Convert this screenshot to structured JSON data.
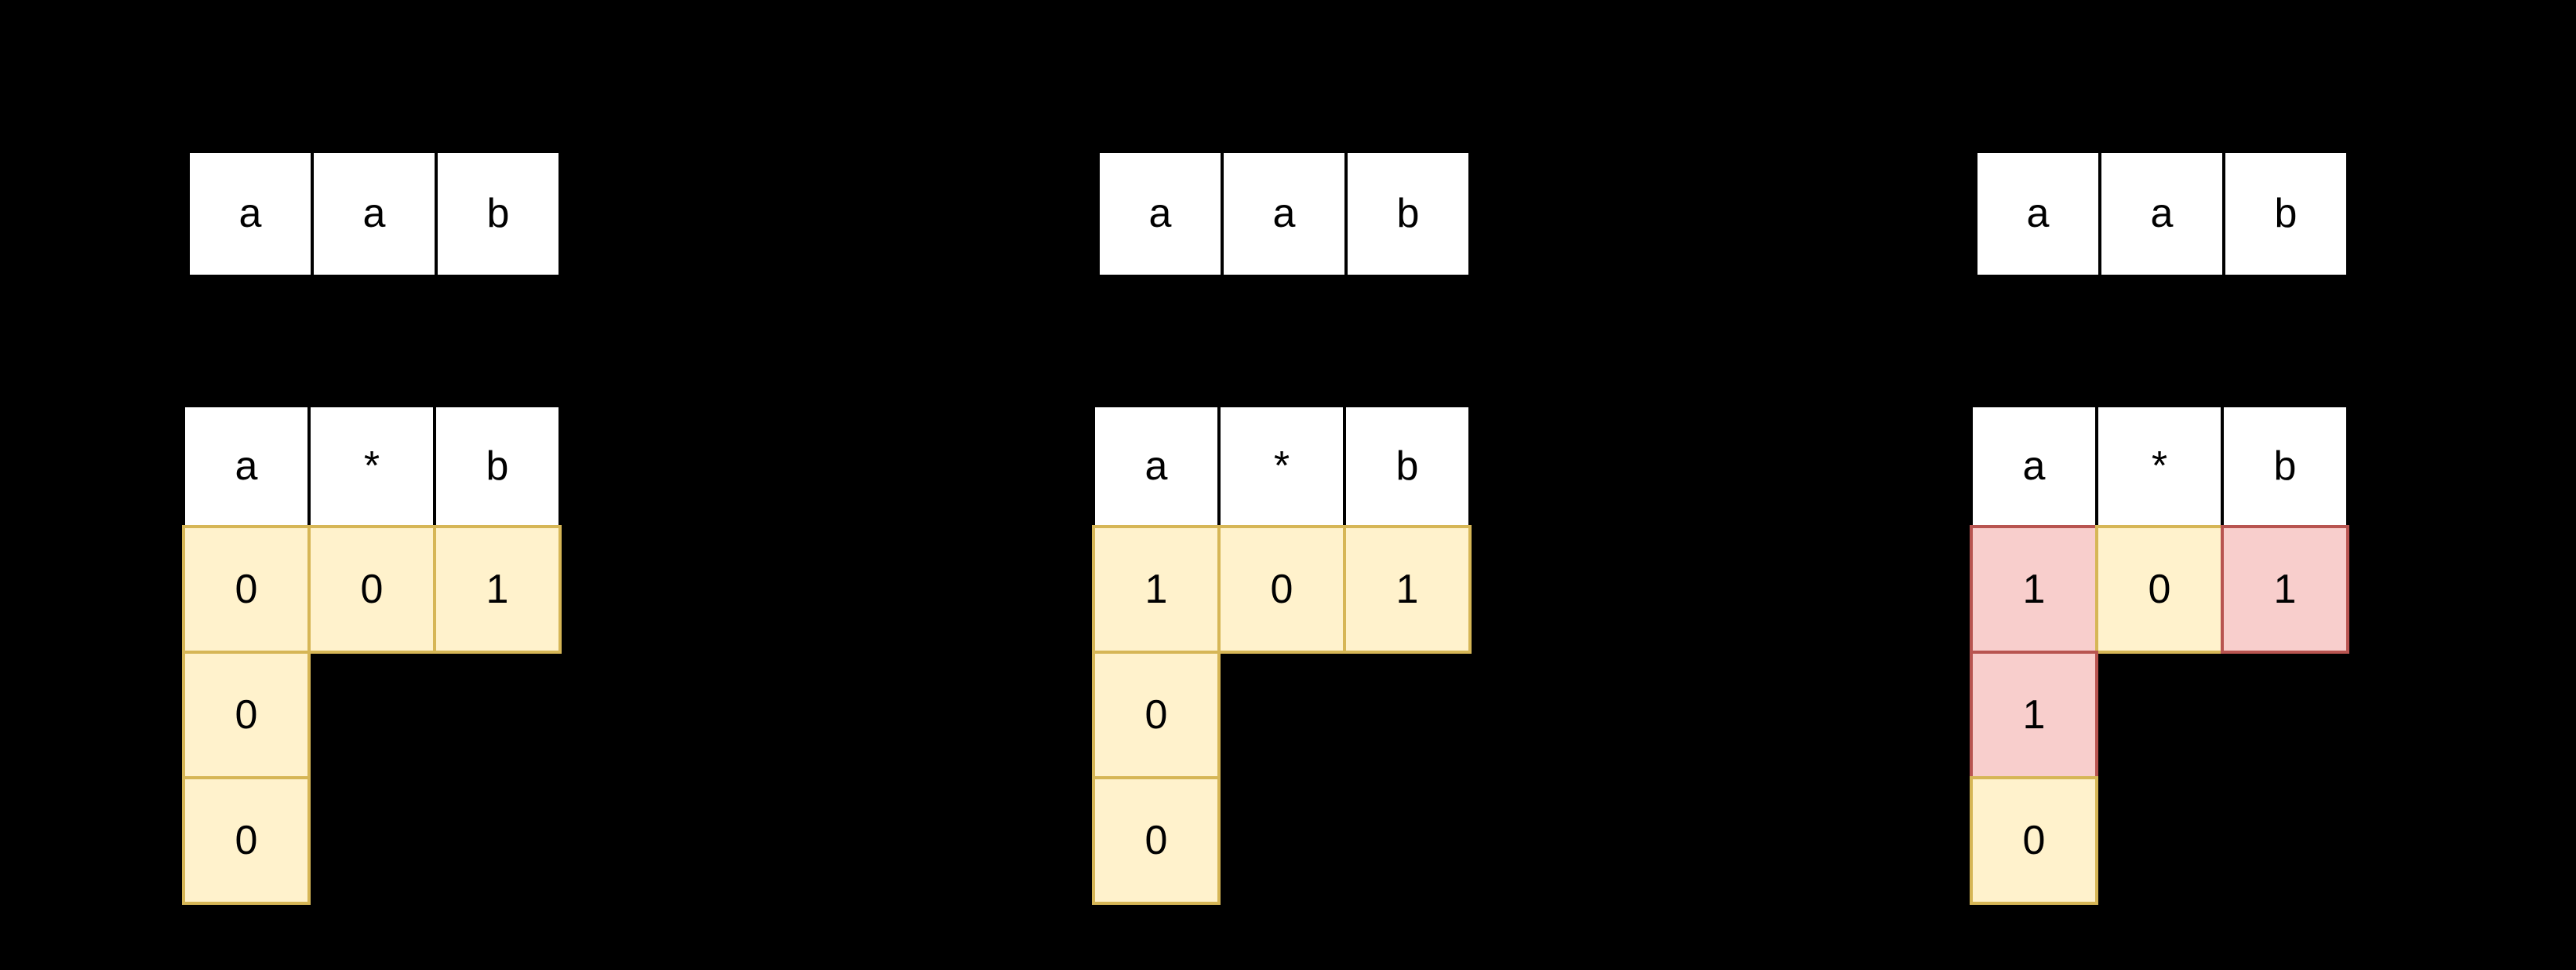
{
  "background": "#000000",
  "colors": {
    "background": "#000000",
    "white_fill": "#FFFFFF",
    "black_border": "#000000",
    "yellow_fill": "#FFF2CC",
    "yellow_border": "#D6B656",
    "red_fill": "#F8CECC",
    "red_border": "#B85450",
    "text": "#000000"
  },
  "panels": [
    {
      "name": "step-1",
      "string_cells": [
        "a",
        "a",
        "b"
      ],
      "pattern_cells": [
        "a",
        "*",
        "b"
      ],
      "rows": [
        {
          "cells": [
            {
              "value": "0",
              "style": "yellow"
            },
            {
              "value": "0",
              "style": "yellow"
            },
            {
              "value": "1",
              "style": "yellow"
            }
          ]
        },
        {
          "cells": [
            {
              "value": "0",
              "style": "yellow"
            }
          ]
        },
        {
          "cells": [
            {
              "value": "0",
              "style": "yellow"
            }
          ]
        }
      ]
    },
    {
      "name": "step-2",
      "string_cells": [
        "a",
        "a",
        "b"
      ],
      "pattern_cells": [
        "a",
        "*",
        "b"
      ],
      "rows": [
        {
          "cells": [
            {
              "value": "1",
              "style": "yellow"
            },
            {
              "value": "0",
              "style": "yellow"
            },
            {
              "value": "1",
              "style": "yellow"
            }
          ]
        },
        {
          "cells": [
            {
              "value": "0",
              "style": "yellow"
            }
          ]
        },
        {
          "cells": [
            {
              "value": "0",
              "style": "yellow"
            }
          ]
        }
      ]
    },
    {
      "name": "step-3",
      "string_cells": [
        "a",
        "a",
        "b"
      ],
      "pattern_cells": [
        "a",
        "*",
        "b"
      ],
      "rows": [
        {
          "cells": [
            {
              "value": "1",
              "style": "red"
            },
            {
              "value": "0",
              "style": "yellow"
            },
            {
              "value": "1",
              "style": "red"
            }
          ]
        },
        {
          "cells": [
            {
              "value": "1",
              "style": "red"
            }
          ]
        },
        {
          "cells": [
            {
              "value": "0",
              "style": "yellow"
            }
          ]
        }
      ]
    }
  ]
}
